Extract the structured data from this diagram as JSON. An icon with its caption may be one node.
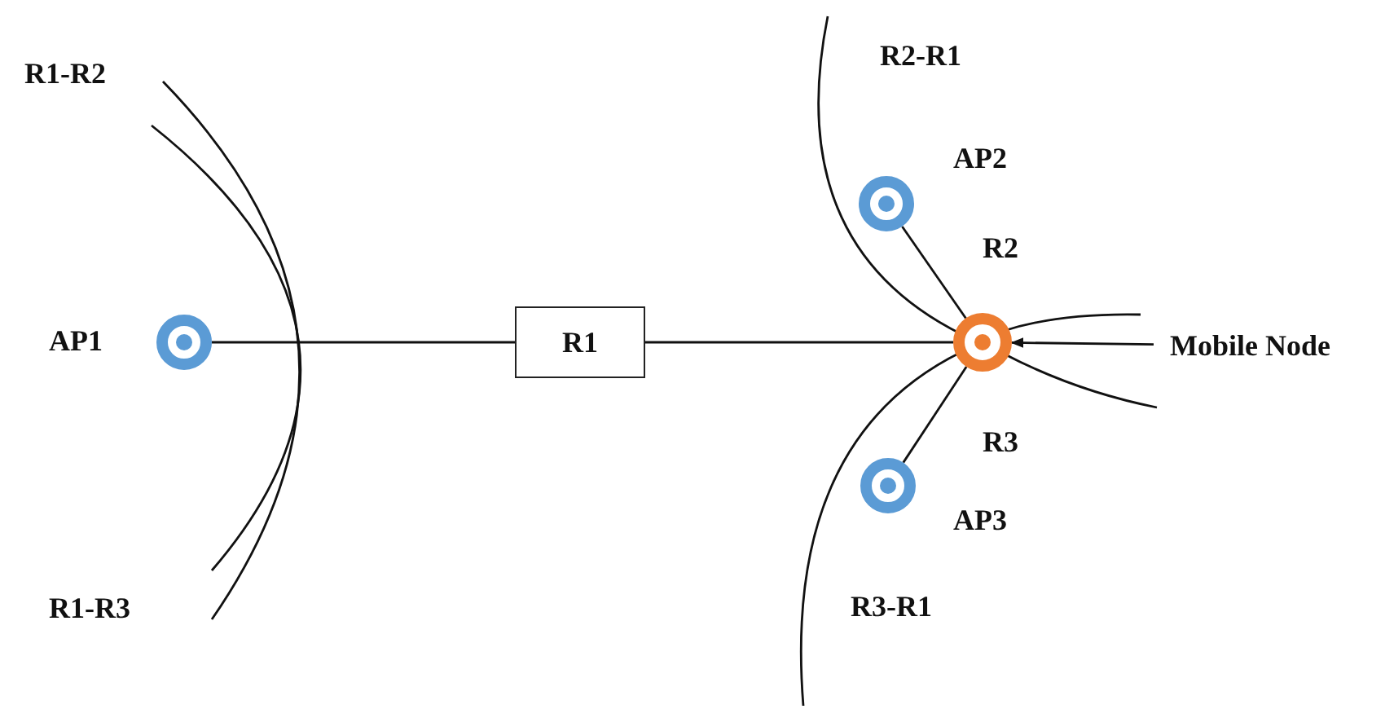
{
  "diagram": {
    "nodes": [
      {
        "text": [],
        "shape": "circle",
        "beside": [
          "AP1"
        ]
      },
      {
        "text": [
          "R1"
        ]
      },
      {
        "text": [],
        "shape": "circle"
      },
      {
        "text": [],
        "shape": "circle",
        "beside": [
          "AP2"
        ]
      },
      {
        "text": [],
        "shape": "circle",
        "beside": [
          "AP3"
        ]
      },
      {
        "text": [
          "Mobile Node"
        ]
      }
    ],
    "edges": [
      {
        "from": 0,
        "to": 1,
        "arrow": "none"
      },
      {
        "from": 1,
        "to": 2,
        "arrow": "none"
      },
      {
        "from": 3,
        "to": 2,
        "arrow": "none"
      },
      {
        "from": 4,
        "to": 2,
        "arrow": "none"
      },
      {
        "from": 5,
        "to": 2,
        "arrow": "to"
      }
    ],
    "labels": [
      "R1-R2",
      "R2-R1",
      "R2",
      "R3",
      "R1-R3",
      "R3-R1"
    ]
  }
}
